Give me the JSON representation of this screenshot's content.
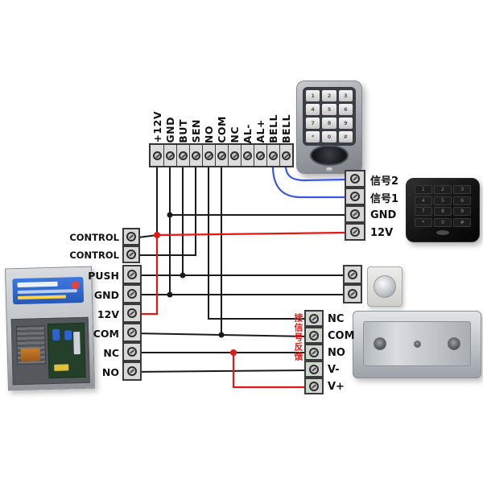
{
  "colors": {
    "wire_black": "#1b1b1b",
    "wire_red": "#e41712",
    "wire_blue": "#3a55e8",
    "annotation_red": "#e41712"
  },
  "top_terminal_block": {
    "labels": [
      "+12V",
      "GND",
      "BUT",
      "SEN",
      "NO",
      "COM",
      "NC",
      "AL-",
      "AL+",
      "BELL",
      "BELL"
    ]
  },
  "keypad_device": {
    "keys": [
      "1",
      "2",
      "3",
      "4",
      "5",
      "6",
      "7",
      "8",
      "9",
      "*",
      "0",
      "#"
    ]
  },
  "card_reader": {
    "keys": [
      "1",
      "2",
      "3",
      "4",
      "5",
      "6",
      "7",
      "8",
      "9",
      "*",
      "0",
      "#"
    ],
    "terminals": [
      "信号2",
      "信号1",
      "GND",
      "12V"
    ]
  },
  "control_terminals": {
    "labels": [
      "CONTROL",
      "CONTROL"
    ]
  },
  "power_supply": {
    "terminals": [
      "PUSH",
      "GND",
      "12V",
      "COM",
      "NC",
      "NO"
    ]
  },
  "exit_button": {
    "terminals": [
      "",
      ""
    ]
  },
  "maglock": {
    "terminals": [
      "NC",
      "COM",
      "NO",
      "V-",
      "V+"
    ],
    "annotation": "接信号反馈"
  }
}
